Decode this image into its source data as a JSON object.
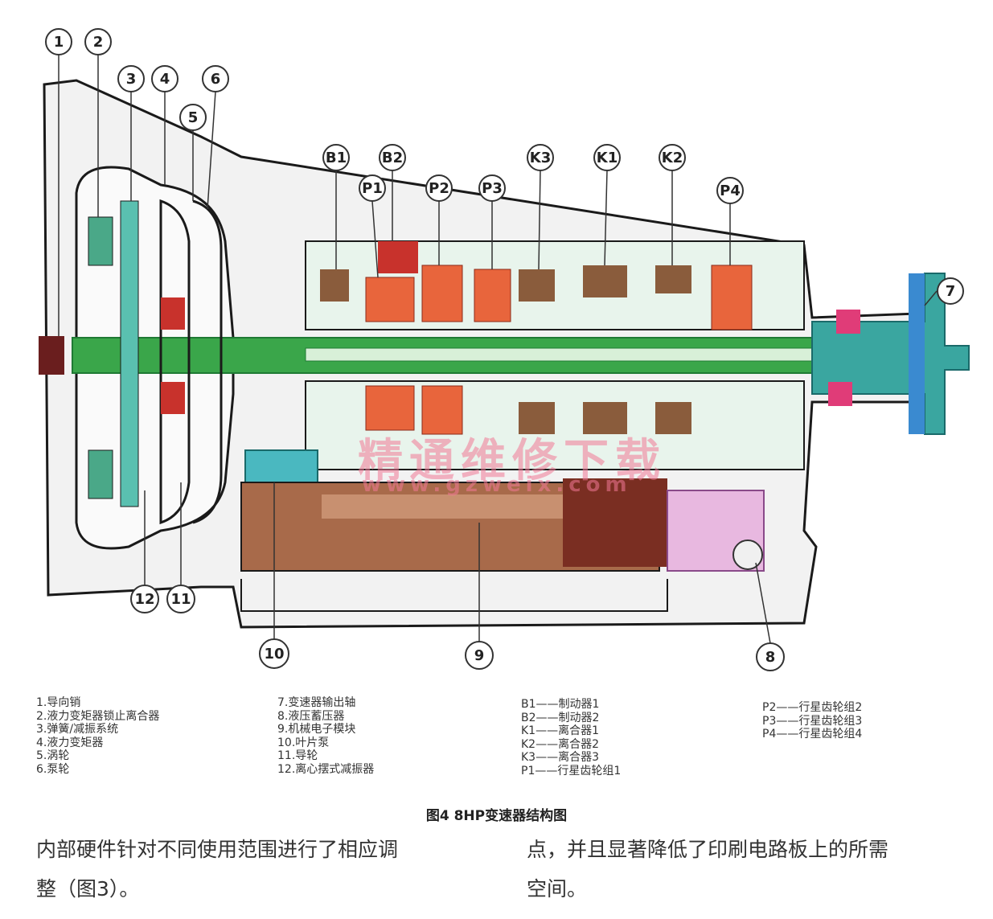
{
  "colors": {
    "housing": "#f2f2f2",
    "outline": "#1a1a1a",
    "shaft": "#3aa64a",
    "shaft_dark": "#1f7a34",
    "gear_orange": "#e8653c",
    "gear_red": "#c8322c",
    "clutch_brown": "#8a5c3c",
    "mechatronic": "#a86a4a",
    "mechatronic_dark": "#7a2e22",
    "pump_teal": "#4ab8c0",
    "output_blue": "#3a8ad0",
    "accumulator_pink": "#e8b8e0",
    "pink_hub": "#e03c78"
  },
  "diagram": {
    "callouts": [
      "1",
      "2",
      "3",
      "4",
      "5",
      "6",
      "7",
      "8",
      "9",
      "10",
      "11",
      "12",
      "B1",
      "B2",
      "P1",
      "P2",
      "P3",
      "K3",
      "K1",
      "K2",
      "P4"
    ],
    "watermark": {
      "title": "精通维修下载",
      "url": "www.gzweix.com"
    }
  },
  "legend": {
    "col1": [
      "1.导向销",
      "2.液力变矩器锁止离合器",
      "3.弹簧/减振系统",
      "4.液力变矩器",
      "5.涡轮",
      "6.泵轮"
    ],
    "col2": [
      "7.变速器输出轴",
      "8.液压蓄压器",
      "9.机械电子模块",
      "10.叶片泵",
      "11.导轮",
      "12.离心摆式减振器"
    ],
    "col3": [
      "B1——制动器1",
      "B2——制动器2",
      "K1——离合器1",
      "K2——离合器2",
      "K3——离合器3",
      "P1——行星齿轮组1"
    ],
    "col4": [
      "P2——行星齿轮组2",
      "P3——行星齿轮组3",
      "P4——行星齿轮组4"
    ]
  },
  "caption": "图4 8HP变速器结构图",
  "body_text": {
    "left": [
      "内部硬件针对不同使用范围进行了相应调",
      "整（图3）。"
    ],
    "right": [
      "点，并且显著降低了印刷电路板上的所需",
      "空间。"
    ]
  }
}
